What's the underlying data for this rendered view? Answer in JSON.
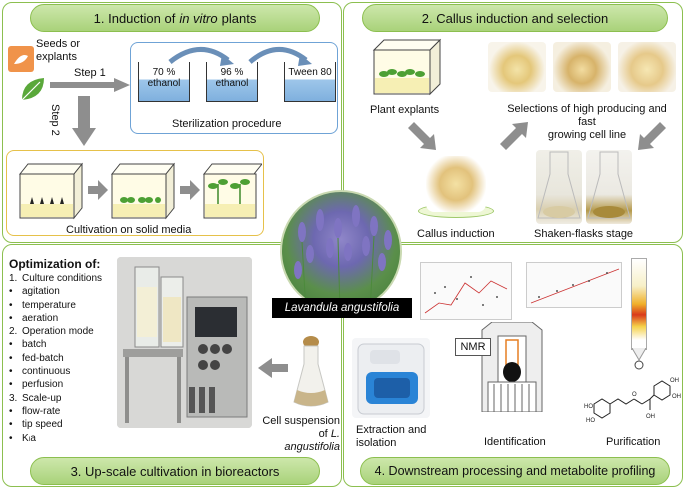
{
  "q1": {
    "title_pre": "1. Induction of",
    "title_italic": "in vitro",
    "title_post": "plants",
    "seeds_line1": "Seeds or",
    "seeds_line2": "explants",
    "step1": "Step 1",
    "step2": "Step 2",
    "beaker1_line1": "70 %",
    "beaker1_line2": "ethanol",
    "beaker2_line1": "96 %",
    "beaker2_line2": "ethanol",
    "beaker3": "Tween 80",
    "sterilization": "Sterilization procedure",
    "cultivation": "Cultivation on solid media"
  },
  "q2": {
    "title": "2. Callus induction and selection",
    "plant_explants": "Plant explants",
    "selection_line1": "Selections of high producing and fast",
    "selection_line2": "growing cell line",
    "callus_induction": "Callus induction",
    "shaken": "Shaken-flasks stage"
  },
  "center": {
    "species": "Lavandula angustifolia"
  },
  "q3": {
    "title": "3. Up-scale cultivation in bioreactors",
    "opt_heading": "Optimization of:",
    "items": [
      {
        "m": "1.",
        "t": "Culture conditions"
      },
      {
        "m": "•",
        "t": "agitation"
      },
      {
        "m": "•",
        "t": "temperature"
      },
      {
        "m": "•",
        "t": "aeration"
      },
      {
        "m": "2.",
        "t": "Operation mode"
      },
      {
        "m": "•",
        "t": "batch"
      },
      {
        "m": "•",
        "t": "fed-batch"
      },
      {
        "m": "•",
        "t": "continuous"
      },
      {
        "m": "•",
        "t": "perfusion"
      },
      {
        "m": "3.",
        "t": "Scale-up"
      },
      {
        "m": "•",
        "t": "flow-rate"
      },
      {
        "m": "•",
        "t": "tip speed"
      },
      {
        "m": "•",
        "t": "Kₗa"
      }
    ],
    "cell_line1": "Cell suspension",
    "cell_line2_pre": "of",
    "cell_line2_italic": "L. angustifolia"
  },
  "q4": {
    "title": "4. Downstream processing and metabolite profiling",
    "extraction_line1": "Extraction and",
    "extraction_line2": "isolation",
    "nmr": "NMR",
    "identification": "Identification",
    "purification": "Purification"
  }
}
